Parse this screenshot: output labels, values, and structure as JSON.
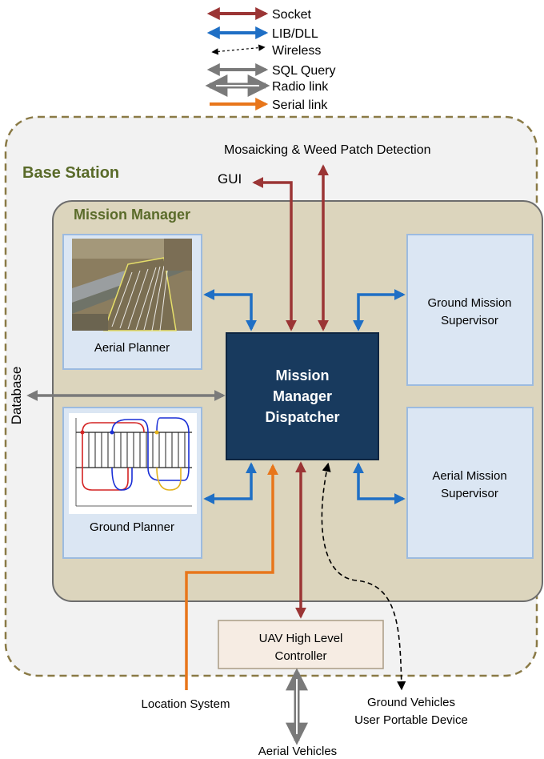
{
  "legend": [
    {
      "label": "Socket",
      "style": "socket",
      "color": "#9b3535"
    },
    {
      "label": "LIB/DLL",
      "style": "lib",
      "color": "#1f6fc5"
    },
    {
      "label": "Wireless",
      "style": "wireless",
      "color": "#000000"
    },
    {
      "label": "SQL Query",
      "style": "sql",
      "color": "#7a7a7a"
    },
    {
      "label": "Radio link",
      "style": "radio",
      "color": "#7a7a7a"
    },
    {
      "label": "Serial link",
      "style": "serial",
      "color": "#e8761b"
    }
  ],
  "base_station": {
    "title": "Base Station"
  },
  "mission_manager": {
    "title": "Mission Manager"
  },
  "dispatcher": {
    "line1": "Mission",
    "line2": "Manager",
    "line3": "Dispatcher"
  },
  "aerial_planner": {
    "label": "Aerial Planner"
  },
  "ground_planner": {
    "label": "Ground Planner"
  },
  "ground_supervisor": {
    "line1": "Ground Mission",
    "line2": "Supervisor"
  },
  "aerial_supervisor": {
    "line1": "Aerial Mission",
    "line2": "Supervisor"
  },
  "external": {
    "mosaicking": "Mosaicking  & Weed Patch Detection",
    "gui": "GUI",
    "database": "Database",
    "location_system": "Location System",
    "ground_vehicles": "Ground Vehicles",
    "user_portable": "User Portable Device",
    "aerial_vehicles": "Aerial Vehicles"
  },
  "uav_controller": {
    "line1": "UAV High Level",
    "line2": "Controller"
  },
  "colors": {
    "socket": "#9b3535",
    "lib": "#1f6fc5",
    "serial": "#e8761b",
    "sql": "#7a7a7a",
    "base_border": "#8a7a46",
    "base_title": "#5a6b2a",
    "mm_fill": "#dcd5bd",
    "dispatcher_fill": "#183a5e",
    "panel_fill": "#dbe6f3",
    "panel_border": "#9cbbe0",
    "uav_fill": "#f6ece3"
  }
}
